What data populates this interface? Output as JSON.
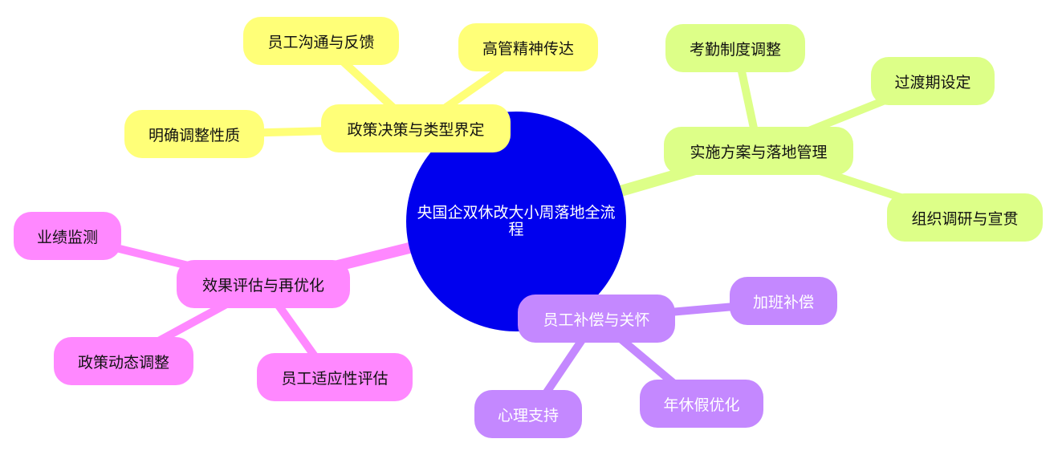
{
  "root": {
    "label": "央国企双休改大小周落地全流程",
    "color": "#0000ee"
  },
  "branches": [
    {
      "label": "政策决策与类型界定",
      "color": "#ffff78",
      "children": [
        "员工沟通与反馈",
        "高管精神传达",
        "明确调整性质"
      ]
    },
    {
      "label": "实施方案与落地管理",
      "color": "#ddff88",
      "children": [
        "考勤制度调整",
        "过渡期设定",
        "组织调研与宣贯"
      ]
    },
    {
      "label": "效果评估与再优化",
      "color": "#ff88ff",
      "children": [
        "业绩监测",
        "政策动态调整",
        "员工适应性评估"
      ]
    },
    {
      "label": "员工补偿与关怀",
      "color": "#c488ff",
      "children": [
        "加班补偿",
        "年休假优化",
        "心理支持"
      ]
    }
  ]
}
